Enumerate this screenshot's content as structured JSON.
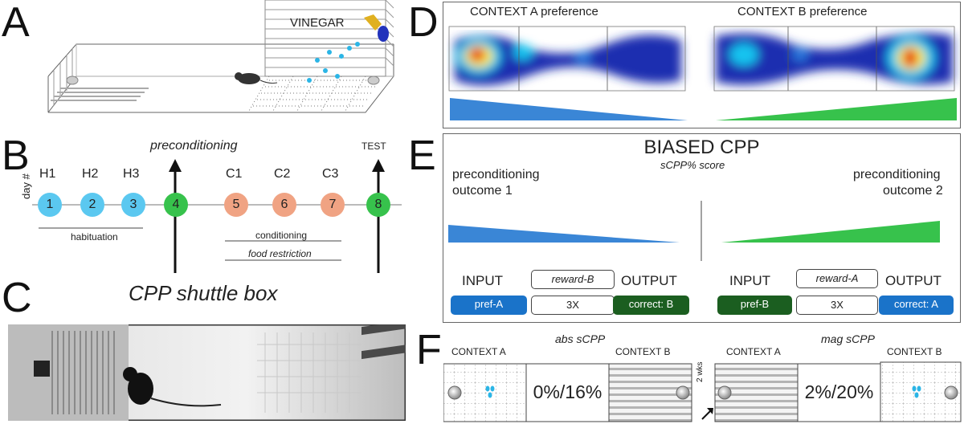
{
  "panels": {
    "a": "A",
    "b": "B",
    "c": "C",
    "d": "D",
    "e": "E",
    "f": "F"
  },
  "panelA": {
    "vinegar": "VINEGAR"
  },
  "panelB": {
    "preconditioning": "preconditioning",
    "test": "TEST",
    "day_axis": "day #",
    "days": [
      {
        "num": "1",
        "label": "H1",
        "color": "#5bc8f0"
      },
      {
        "num": "2",
        "label": "H2",
        "color": "#5bc8f0"
      },
      {
        "num": "3",
        "label": "H3",
        "color": "#5bc8f0"
      },
      {
        "num": "4",
        "label": "",
        "color": "#37c24c"
      },
      {
        "num": "5",
        "label": "C1",
        "color": "#f0a383"
      },
      {
        "num": "6",
        "label": "C2",
        "color": "#f0a383"
      },
      {
        "num": "7",
        "label": "C3",
        "color": "#f0a383"
      },
      {
        "num": "8",
        "label": "",
        "color": "#37c24c"
      }
    ],
    "habituation": "habituation",
    "conditioning": "conditioning",
    "food_restriction": "food restriction"
  },
  "panelC": {
    "title": "CPP shuttle box"
  },
  "panelD": {
    "ctxA": "CONTEXT A preference",
    "ctxB": "CONTEXT B preference"
  },
  "panelE": {
    "title": "BIASED CPP",
    "subtitle": "sCPP% score",
    "left_outcome_1": "preconditioning",
    "left_outcome_2": "outcome 1",
    "right_outcome_1": "preconditioning",
    "right_outcome_2": "outcome 2",
    "input": "INPUT",
    "output": "OUTPUT",
    "left_reward": "reward-B",
    "left_pref": "pref-A",
    "left_times": "3X",
    "left_correct": "correct: B",
    "right_reward": "reward-A",
    "right_pref": "pref-B",
    "right_times": "3X",
    "right_correct": "correct: A"
  },
  "panelF": {
    "abs": "abs sCPP",
    "mag": "mag sCPP",
    "ctxA1": "CONTEXT A",
    "ctxB1": "CONTEXT B",
    "ctxA2": "CONTEXT A",
    "ctxB2": "CONTEXT B",
    "abs_value": "0%/16%",
    "mag_value": "2%/20%",
    "wks": "2 wks"
  },
  "colors": {
    "blue": "#3a86d6",
    "green": "#37c24c",
    "darkgreen": "#1b5e20",
    "blueButton": "#1a73c9"
  }
}
